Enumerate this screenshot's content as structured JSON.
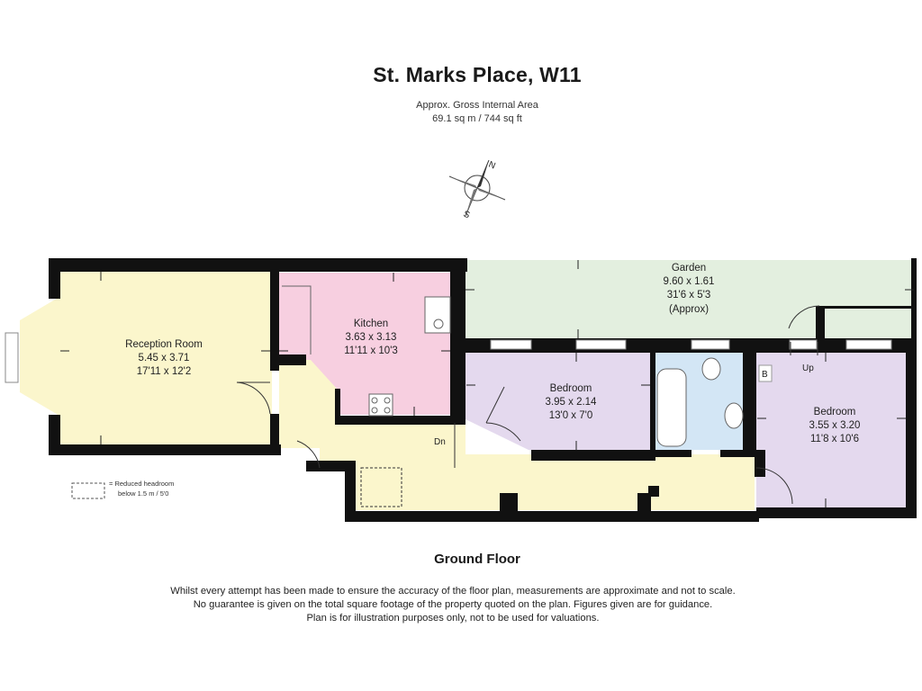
{
  "title": "St. Marks Place, W11",
  "area_label": "Approx. Gross Internal Area",
  "area_value": "69.1 sq m / 744 sq ft",
  "floor_label": "Ground Floor",
  "disclaimer": [
    "Whilst every attempt has been made to ensure the accuracy of the floor plan, measurements are approximate and not to scale.",
    "No guarantee is given on the total square footage of the property quoted on the plan. Figures given are for guidance.",
    "Plan is for illustration purposes only, not to be used for valuations."
  ],
  "compass": {
    "north": "N",
    "south": "S"
  },
  "legend": {
    "line1": "= Reduced headroom",
    "line2": "below 1.5 m / 5'0"
  },
  "rooms": {
    "reception": {
      "name": "Reception Room",
      "metric": "5.45 x 3.71",
      "imperial": "17'11 x 12'2"
    },
    "kitchen": {
      "name": "Kitchen",
      "metric": "3.63 x 3.13",
      "imperial": "11'11 x 10'3"
    },
    "garden": {
      "name": "Garden",
      "metric": "9.60 x 1.61",
      "imperial": "31'6 x 5'3",
      "note": "(Approx)"
    },
    "bedroom1": {
      "name": "Bedroom",
      "metric": "3.95 x 2.14",
      "imperial": "13'0 x 7'0"
    },
    "bedroom2": {
      "name": "Bedroom",
      "metric": "3.55 x 3.20",
      "imperial": "11'8 x 10'6"
    }
  },
  "markers": {
    "down": "Dn",
    "up": "Up",
    "boiler": "B"
  },
  "colors": {
    "wall": "#111111",
    "reception": "#fbf6cc",
    "hall": "#fbf6cc",
    "kitchen": "#f7cfe0",
    "bedroom": "#e4d9ee",
    "bathroom": "#d3e6f5",
    "garden": "#e3efdf"
  }
}
